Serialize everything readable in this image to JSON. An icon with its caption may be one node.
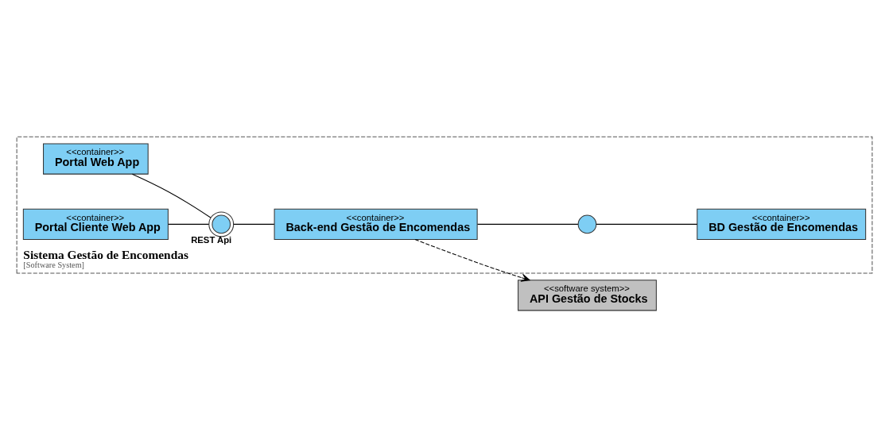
{
  "diagram": {
    "nodes": [
      {
        "text": [
          "Sistema Gestão de Encomendas",
          "[Software System]"
        ]
      },
      {
        "text": [
          "<<container>>",
          "Portal Web App"
        ],
        "in": 0
      },
      {
        "text": [
          "<<container>>",
          "Portal Cliente Web App"
        ],
        "in": 0
      },
      {
        "text": [],
        "shape": "circle",
        "beside": [
          "REST Api"
        ],
        "in": 0
      },
      {
        "text": [
          "<<container>>",
          "Back-end Gestão de Encomendas"
        ],
        "in": 0
      },
      {
        "text": [],
        "shape": "circle",
        "in": 0
      },
      {
        "text": [
          "<<container>>",
          "BD Gestão de Encomendas"
        ],
        "in": 0
      },
      {
        "text": [
          "<<software system>>",
          "API Gestão de Stocks"
        ]
      }
    ],
    "edges": [
      {
        "from": 1,
        "to": 3,
        "arrow": "none"
      },
      {
        "from": 2,
        "to": 3,
        "arrow": "none"
      },
      {
        "from": 3,
        "to": 4,
        "arrow": "none"
      },
      {
        "from": 4,
        "to": 5,
        "arrow": "none"
      },
      {
        "from": 5,
        "to": 6,
        "arrow": "none"
      },
      {
        "from": 4,
        "to": 7,
        "arrow": "to",
        "style": "dashed"
      }
    ]
  }
}
